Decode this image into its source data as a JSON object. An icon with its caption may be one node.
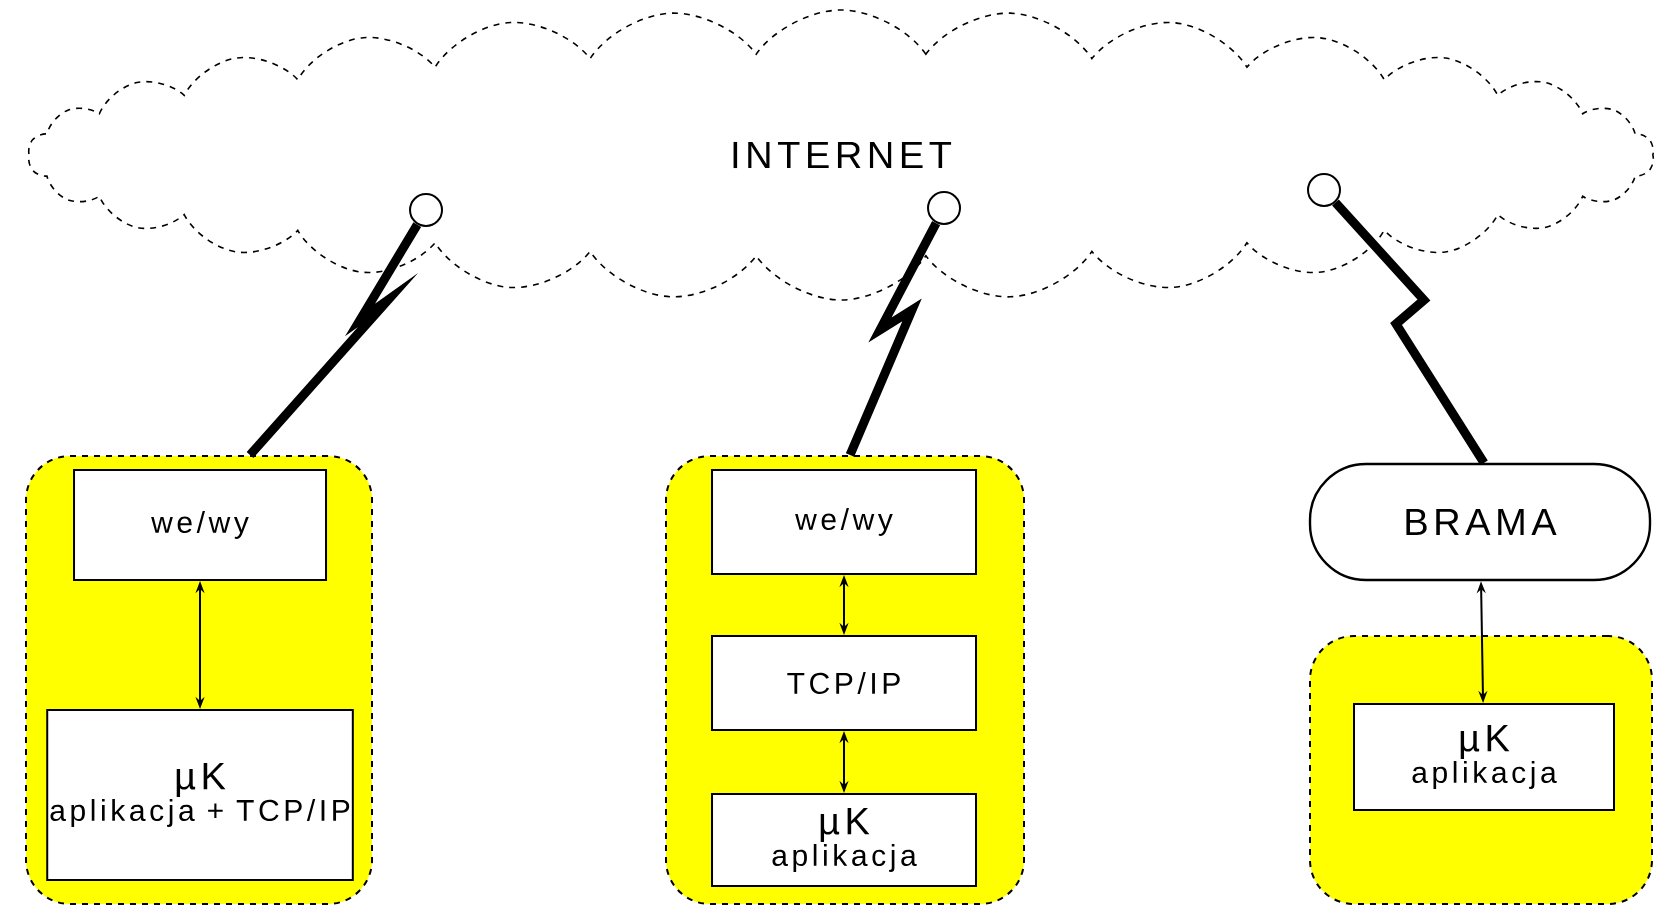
{
  "diagram": {
    "nodes": [
      {
        "text": [
          "INTERNET"
        ]
      },
      {
        "text": [],
        "shape": "circle",
        "in": 0
      },
      {
        "text": [],
        "shape": "circle",
        "in": 0
      },
      {
        "text": [],
        "shape": "circle",
        "in": 0
      },
      {
        "text": [],
        "shape": "box"
      },
      {
        "text": [
          "we/wy"
        ],
        "in": 4
      },
      {
        "text": [
          "µK",
          "aplikacja + TCP/IP"
        ],
        "in": 4
      },
      {
        "text": [],
        "shape": "box"
      },
      {
        "text": [
          "we/wy"
        ],
        "in": 7
      },
      {
        "text": [
          "TCP/IP"
        ],
        "in": 7
      },
      {
        "text": [
          "µK",
          "aplikacja"
        ],
        "in": 7
      },
      {
        "text": [
          "BRAMA"
        ]
      },
      {
        "text": [],
        "shape": "box"
      },
      {
        "text": [
          "µK",
          "aplikacja"
        ],
        "in": 12
      }
    ],
    "edges": [
      {
        "from": 1,
        "to": 4,
        "arrow": "none",
        "style": "thick"
      },
      {
        "from": 2,
        "to": 7,
        "arrow": "none",
        "style": "thick"
      },
      {
        "from": 3,
        "to": 11,
        "arrow": "none",
        "style": "thick"
      },
      {
        "from": 5,
        "to": 6,
        "arrow": "both"
      },
      {
        "from": 8,
        "to": 9,
        "arrow": "both"
      },
      {
        "from": 9,
        "to": 10,
        "arrow": "both"
      },
      {
        "from": 11,
        "to": 13,
        "arrow": "both"
      }
    ]
  }
}
